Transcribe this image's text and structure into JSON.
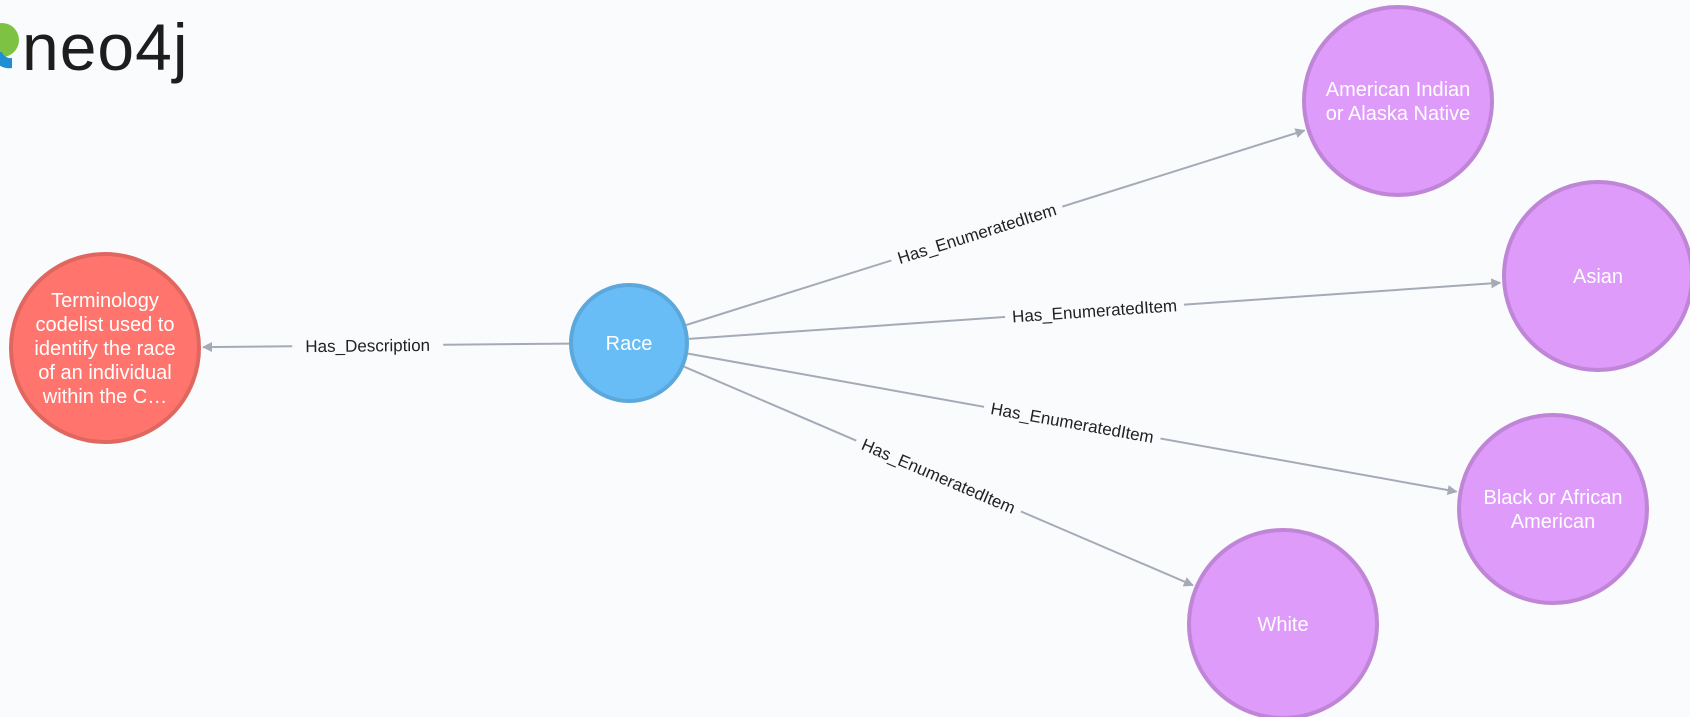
{
  "logo": {
    "text": "neo4j"
  },
  "colors": {
    "background": "#fafbfd",
    "edge": "#a5abb6",
    "category": {
      "fill": "#68bdf6",
      "stroke": "#5ca8db"
    },
    "enumerated": {
      "fill": "#de9bf9",
      "stroke": "#bf85d6"
    },
    "description": {
      "fill": "#ff756e",
      "stroke": "#e06760"
    }
  },
  "graph": {
    "nodes": [
      {
        "id": "race",
        "type": "category",
        "lines": [
          "Race"
        ]
      },
      {
        "id": "desc",
        "type": "description",
        "lines": [
          "Terminology",
          "codelist used to",
          "identify the race",
          "of an individual",
          "within the C…"
        ]
      },
      {
        "id": "aian",
        "type": "enumerated",
        "lines": [
          "American Indian",
          "or Alaska Native"
        ]
      },
      {
        "id": "asian",
        "type": "enumerated",
        "lines": [
          "Asian"
        ]
      },
      {
        "id": "black",
        "type": "enumerated",
        "lines": [
          "Black or African",
          "American"
        ]
      },
      {
        "id": "white",
        "type": "enumerated",
        "lines": [
          "White"
        ]
      }
    ],
    "edges": [
      {
        "from": "race",
        "to": "desc",
        "label": "Has_Description"
      },
      {
        "from": "race",
        "to": "aian",
        "label": "Has_EnumeratedItem"
      },
      {
        "from": "race",
        "to": "asian",
        "label": "Has_EnumeratedItem"
      },
      {
        "from": "race",
        "to": "black",
        "label": "Has_EnumeratedItem"
      },
      {
        "from": "race",
        "to": "white",
        "label": "Has_EnumeratedItem"
      }
    ]
  }
}
